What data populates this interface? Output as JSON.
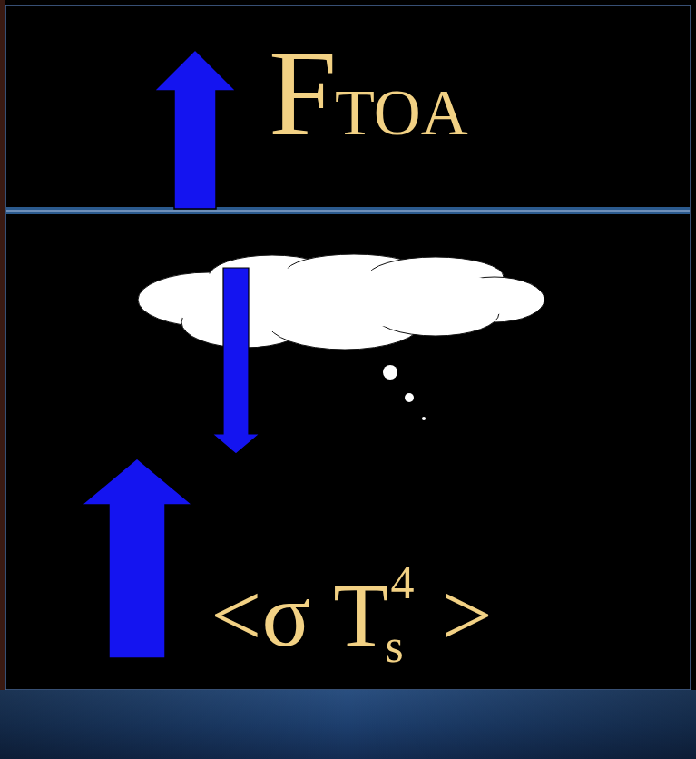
{
  "diagram": {
    "labels": [
      "F",
      "TOA",
      "<σ T",
      "s",
      "4",
      ">"
    ]
  }
}
